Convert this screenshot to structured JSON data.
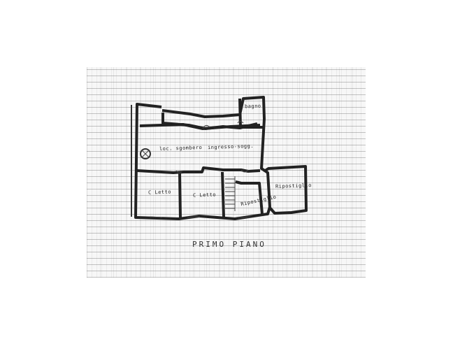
{
  "plan": {
    "title": "PRIMO PIANO",
    "rooms": {
      "bagno": "bagno",
      "loc_sgombero": "loc. sgombero",
      "ingresso": "ingresso-sogg.",
      "c_letto_1": "C Letto",
      "c_letto_2": "C Letto",
      "ripostiglio_1": "Ripostiglio",
      "ripostiglio_2": "Ripostiglio"
    }
  }
}
